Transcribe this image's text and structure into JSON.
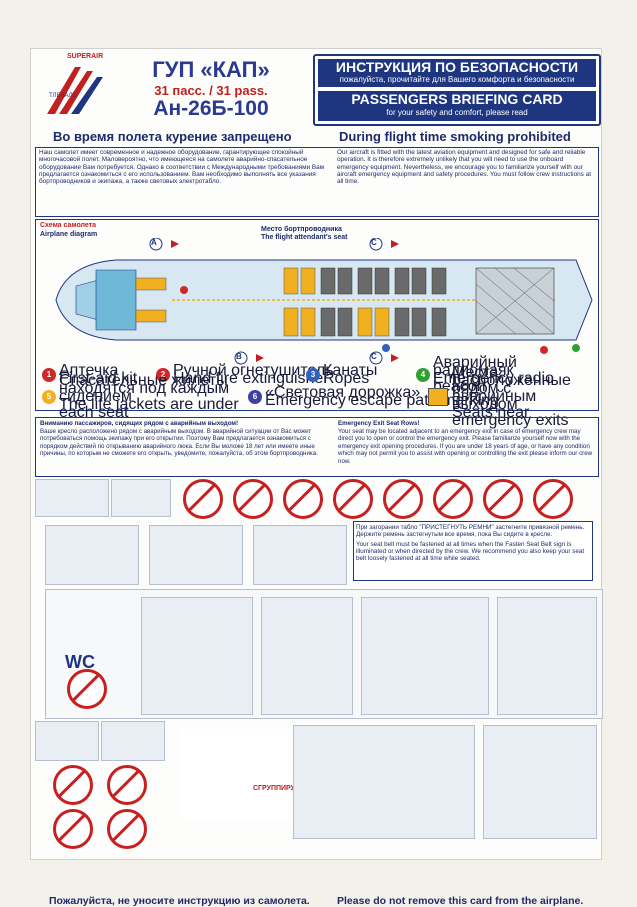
{
  "header": {
    "airline": "ГУП «КАП»",
    "passengers": "31 пасс. / 31 pass.",
    "model": "Ан-26Б-100",
    "logo_text": "SUPERAIR",
    "logo_sub": "ТЛЕЧАЛЬ",
    "ru_title": "ИНСТРУКЦИЯ ПО БЕЗОПАСНОСТИ",
    "ru_subtitle": "пожалуйста, прочитайте для Вашего комфорта и безопасности",
    "en_title": "PASSENGERS BRIEFING CARD",
    "en_subtitle": "for your safety and comfort, please read"
  },
  "smoking": {
    "ru": "Во время полета курение запрещено",
    "en": "During flight time smoking prohibited"
  },
  "intro": {
    "ru": "Наш самолет имеет современное и надежное оборудование, гарантирующее спокойный многочасовой полет. Маловероятно, что имеющееся на самолете аварийно-спасательное оборудование Вам потребуется. Однако в соответствии с Международными требованиями Вам предлагается ознакомиться с его использованием. Вам необходимо выполнять все указания бортпроводников и экипажа, а также световых электротабло.",
    "en": "Our aircraft is fitted with the latest aviation equipment and designed for safe and reliable operation. It is therefore extremely unlikely that you will need to use the onboard emergency equipment. Nevertheless, we encourage you to familiarize yourself with our aircraft emergency equipment and safety procedures. You must follow crew instructions at all time."
  },
  "diagram": {
    "label_ru": "Схема самолета",
    "label_en": "Airplane diagram",
    "fa_ru": "Место бортпроводника",
    "fa_en": "The flight attendant's seat",
    "exits": [
      "A",
      "B",
      "C",
      "C"
    ]
  },
  "legend": [
    {
      "num": "1",
      "ru": "Аптечка",
      "en": "First-aid kit",
      "color": "#d02828"
    },
    {
      "num": "2",
      "ru": "Ручной огнетушитель",
      "en": "Hand fire extinguisher",
      "color": "#d02828"
    },
    {
      "num": "3",
      "ru": "Канаты",
      "en": "Ropes",
      "color": "#3060c0"
    },
    {
      "num": "4",
      "ru": "Аварийный радиомаяк",
      "en": "Emergency radio beacon",
      "color": "#30a030"
    },
    {
      "num": "5",
      "ru": "Спасательные жилеты находятся под каждым сидением",
      "en": "The life jackets are under each seat",
      "color": "#f0b020"
    },
    {
      "num": "6",
      "ru": "«Световая дорожка»",
      "en": "Emergency escape path marking",
      "color": "#4040a0"
    },
    {
      "num": "",
      "ru": "Места, расположенные рядом с аварийным выходом",
      "en": "Seats near emergency exits",
      "color": "#f0b020"
    }
  ],
  "warning": {
    "ru_title": "Вниманию пассажиров, сидящих рядом с аварийным выходом!",
    "ru": "Ваше кресло расположено рядом с аварийным выходом. В аварийной ситуации от Вас может потребоваться помощь экипажу при его открытии. Поэтому Вам предлагается ознакомиться с порядком действий по открыванию аварийного люка. Если Вы моложе 18 лет или имеете иные причины, по которым не сможете его открыть, уведомите, пожалуйста, об этом бортпроводника.",
    "en_title": "Emergency Exit Seat Rows!",
    "en": "Your seat may be located adjacent to an emergency exit in case of emergency crew may direct you to open or control the emergency exit. Please familiarize yourself now with the emergency exit opening procedures. If you are under 18 years of age, or have any condition which may not permit you to assist with opening or controlling the exit please inform our crew now."
  },
  "seatbelt": {
    "ru": "При загорании табло \"ПРИСТЕГНУТЬ РЕМНИ\" застегните привязной ремень. Держите ремень застегнутым все время, пока Вы сидите в кресле.",
    "en": "Your seat belt must be fastened at all times when the Fasten Seat Belt sign is illuminated or when directed by the crew. We recommend you also keep your seat belt loosely fastened at all time while seated."
  },
  "wc_label": "WC",
  "brace_text": "СГРУППИРУЙТЕСЬ! brace!",
  "footer": {
    "ru": "Пожалуйста, не уносите инструкцию из самолета.",
    "en": "Please do not remove this card from the airplane."
  }
}
